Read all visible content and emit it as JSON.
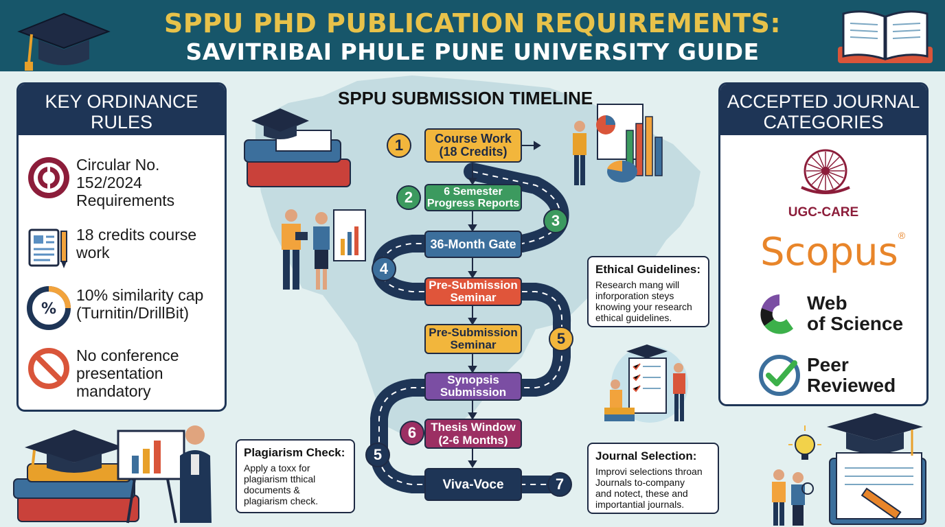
{
  "header": {
    "title_line1": "SPPU PHD PUBLICATION REQUIREMENTS:",
    "title_line2": "SAVITRIBAI PHULE PUNE UNIVERSITY GUIDE"
  },
  "left_panel": {
    "title_line1": "KEY ORDINANCE",
    "title_line2": "RULES",
    "rules": [
      {
        "text": "Circular No. 152/2024 Requirements",
        "icon": "seal-icon"
      },
      {
        "text": "18 credits course work",
        "icon": "document-pencil-icon"
      },
      {
        "text": "10% similarity cap (Turnitin/DrillBit)",
        "icon": "percent-icon",
        "glyph": "%"
      },
      {
        "text": "No conference presentation mandatory",
        "icon": "prohibited-icon"
      }
    ]
  },
  "timeline": {
    "title": "SPPU SUBMISSION TIMELINE",
    "steps": [
      {
        "num": "1",
        "line1": "Course Work",
        "line2": "(18 Credits)",
        "color": "#f2b63c"
      },
      {
        "num": "2",
        "line1": "6 Semester",
        "line2": "Progress Reports",
        "color": "#3c9a5f"
      },
      {
        "num": "3",
        "line1": "36-Month Gate",
        "line2": "",
        "color": "#3c6f9c"
      },
      {
        "num": "4",
        "line1": "Pre-Submission",
        "line2": "Seminar",
        "color": "#e0553a"
      },
      {
        "num": "5",
        "line1": "Pre-Submission",
        "line2": "Seminar",
        "color": "#f2b63c"
      },
      {
        "num": "5",
        "line1": "Synopsis",
        "line2": "Submission",
        "color": "#7b4ea3"
      },
      {
        "num": "6",
        "line1": "Thesis Window",
        "line2": "(2-6 Months)",
        "color": "#9c2f63"
      },
      {
        "num": "7",
        "line1": "Viva-Voce",
        "line2": "",
        "color": "#1e3556"
      }
    ]
  },
  "notes": {
    "ethical": {
      "title": "Ethical Guidelines:",
      "body": [
        "Research mang will",
        "inforporation steys",
        "knowing your research",
        "ethical guidelines."
      ]
    },
    "plagiarism": {
      "title": "Plagiarism Check:",
      "body": [
        "Apply a toxx for",
        "plagiarism tthical",
        "documents &",
        "plagiarism check."
      ]
    },
    "journal": {
      "title": "Journal Selection:",
      "body": [
        "Improvi selections throan",
        "Journals to-company",
        "and notect, these and",
        "importantial journals."
      ]
    }
  },
  "right_panel": {
    "title_line1": "ACCEPTED JOURNAL",
    "title_line2": "CATEGORIES",
    "ugc": "UGC-CARE",
    "scopus": "Scopus",
    "scopus_mark": "®",
    "wos_line1": "Web",
    "wos_line2": "of Science",
    "peer_line1": "Peer",
    "peer_line2": "Reviewed"
  },
  "colors": {
    "header_bg": "#17566a",
    "title_gold": "#e8c24a",
    "navy": "#1e3556",
    "scopus_orange": "#e8852a",
    "ugc_maroon": "#8c1d3a"
  }
}
